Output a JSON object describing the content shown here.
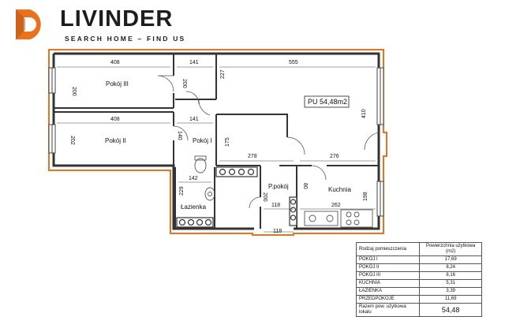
{
  "brand": {
    "name": "LIVINDER",
    "tagline": "SEARCH HOME – FIND US",
    "accent": "#e8731c"
  },
  "plan": {
    "rooms": {
      "pokoj3": "Pokój III",
      "pokoj2": "Pokój II",
      "pokoj1": "Pokój I",
      "lazienka": "Łazienka",
      "ppokoj": "P.pokój",
      "kuchnia": "Kuchnia",
      "main_area": "PU 54,48m2"
    },
    "dims": {
      "d408a": "408",
      "d141a": "141",
      "d555": "555",
      "d200a": "200",
      "d200b": "200",
      "d227": "227",
      "d410": "410",
      "d408b": "408",
      "d141b": "141",
      "d202": "202",
      "d140": "140",
      "d175": "175",
      "d278": "278",
      "d276": "276",
      "d142": "142",
      "d229": "229",
      "d80": "80",
      "d200c": "200",
      "d198": "198",
      "d118a": "118",
      "d262": "262",
      "d118b": "118"
    }
  },
  "table": {
    "header": {
      "col1": "Rodzaj pomieszczenia",
      "col2": "Powierzchnia użytkowa (m2)"
    },
    "rows": [
      {
        "name": "POKÓJ I",
        "area": "17,69"
      },
      {
        "name": "POKÓJ II",
        "area": "8,24"
      },
      {
        "name": "POKÓJ III",
        "area": "8,16"
      },
      {
        "name": "KUCHNIA",
        "area": "5,31"
      },
      {
        "name": "ŁAZIENKA",
        "area": "3,39"
      },
      {
        "name": "PRZEDPOKOJE",
        "area": "11,69"
      }
    ],
    "total": {
      "label": "Razem pow. użytkowa lokalu",
      "value": "54,48"
    }
  }
}
